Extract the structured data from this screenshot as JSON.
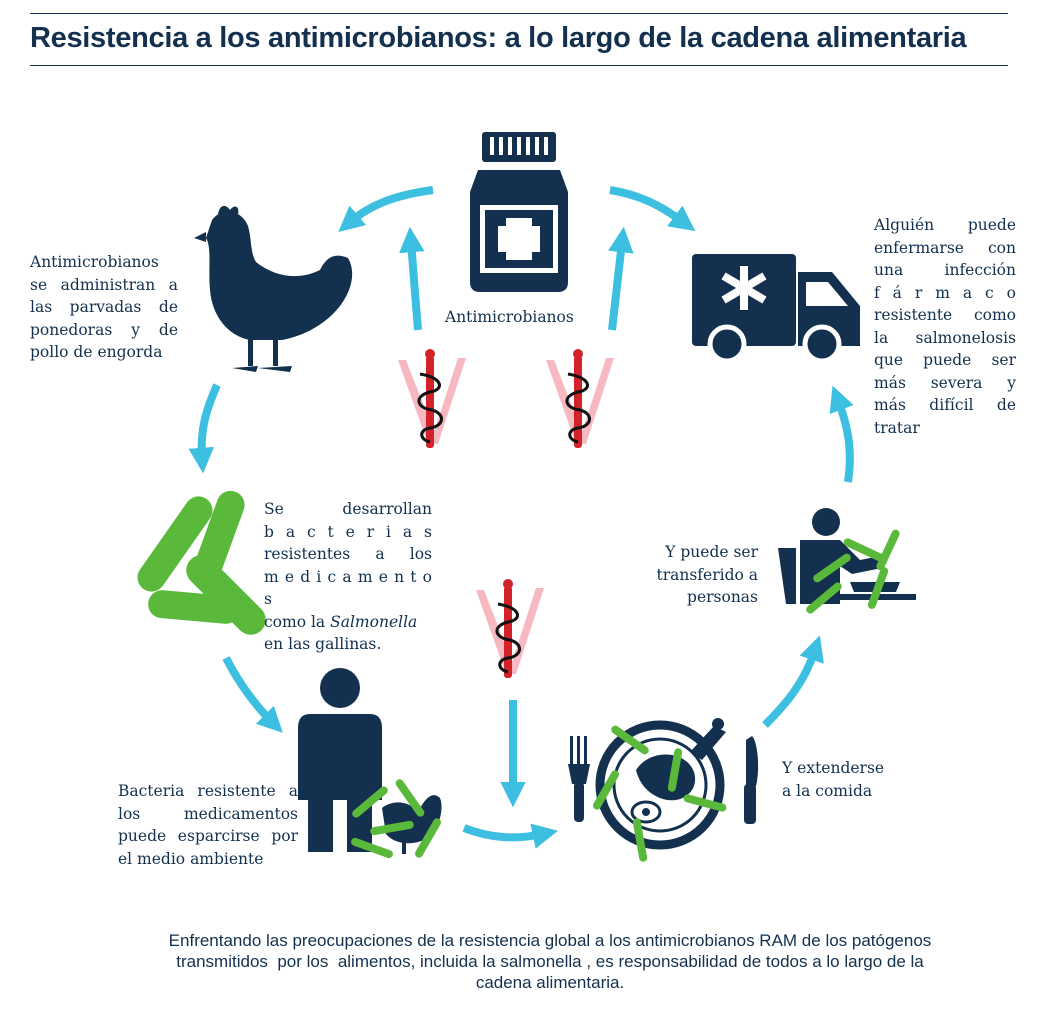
{
  "title": "Resistencia a los antimicrobianos: a lo largo de la cadena alimentaria",
  "nodes": {
    "center": {
      "label": "Antimicrobianos",
      "icon": "medicine-bottle-icon"
    },
    "chicken": {
      "lines": [
        "Antimicrobianos",
        "se administran a",
        "las parvadas de",
        "ponedoras y de",
        "pollo de engorda"
      ],
      "icon": "hen-icon"
    },
    "bacteria": {
      "lines_pre": [
        "Se desarrollan",
        "b a c t e r i a s",
        "resistentes a los",
        "m e d i c a m e n t o s"
      ],
      "line_italic_pre": "como la ",
      "line_italic_word": "Salmonella",
      "line_last": "en las gallinas.",
      "icon": "bacteria-icon"
    },
    "environment": {
      "lines": [
        "Bacteria resistente a",
        "los medicamentos",
        "puede esparcirse por",
        "el medio ambiente"
      ],
      "icon": "person-with-hen-icon"
    },
    "food": {
      "lines": [
        "Y extenderse",
        "a la comida"
      ],
      "icon": "plate-with-cutlery-icon"
    },
    "people": {
      "lines": [
        "Y puede ser",
        "transferido a",
        "personas"
      ],
      "icon": "person-eating-icon"
    },
    "ambulance": {
      "lines": [
        "Alguién puede",
        "enfermarse con",
        "una infección",
        "f á r m a c o",
        "resistente como",
        "la salmonelosis",
        "que puede ser",
        "más severa y",
        "más difícil de",
        "tratar"
      ],
      "icon": "ambulance-icon"
    }
  },
  "footer": {
    "line1": "Enfrentando las preocupaciones de la resistencia global a los antimicrobianos RAM de los patógenos",
    "line2": "transmitidos  por los  alimentos, incluida la salmonella , es responsabilidad de todos a lo largo de la",
    "line3": "cadena alimentaria."
  },
  "colors": {
    "navy": "#13304f",
    "arrow": "#3cbfe0",
    "bacteria": "#5ab93a",
    "rod_of_asclepius": "#d2232a",
    "check_pink": "#f3a9b4"
  }
}
